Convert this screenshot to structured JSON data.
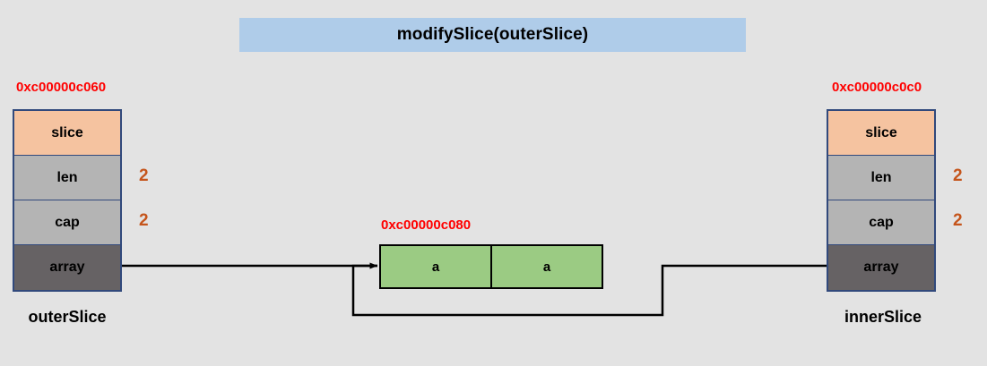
{
  "banner": {
    "label": "modifySlice(outerSlice)",
    "background": "#afcce9"
  },
  "colors": {
    "background": "#e3e3e3",
    "slice_row": "#f5c3a0",
    "gray_row": "#b4b4b4",
    "array_row": "#666264",
    "array_cell": "#9bcb83",
    "struct_border": "#31497c",
    "address_text": "#ff0000",
    "value_text": "#c5551c",
    "wire": "#000000"
  },
  "outer_slice": {
    "address": "0xc00000c060",
    "name": "outerSlice",
    "rows": [
      {
        "label": "slice",
        "value": ""
      },
      {
        "label": "len",
        "value": "2"
      },
      {
        "label": "cap",
        "value": "2"
      },
      {
        "label": "array",
        "value": ""
      }
    ],
    "len_value": "2",
    "cap_value": "2"
  },
  "inner_slice": {
    "address": "0xc00000c0c0",
    "name": "innerSlice",
    "rows": [
      {
        "label": "slice",
        "value": ""
      },
      {
        "label": "len",
        "value": "2"
      },
      {
        "label": "cap",
        "value": "2"
      },
      {
        "label": "array",
        "value": ""
      }
    ],
    "len_value": "2",
    "cap_value": "2"
  },
  "backing_array": {
    "address": "0xc00000c080",
    "cells": [
      {
        "value": "a"
      },
      {
        "value": "a"
      }
    ]
  }
}
